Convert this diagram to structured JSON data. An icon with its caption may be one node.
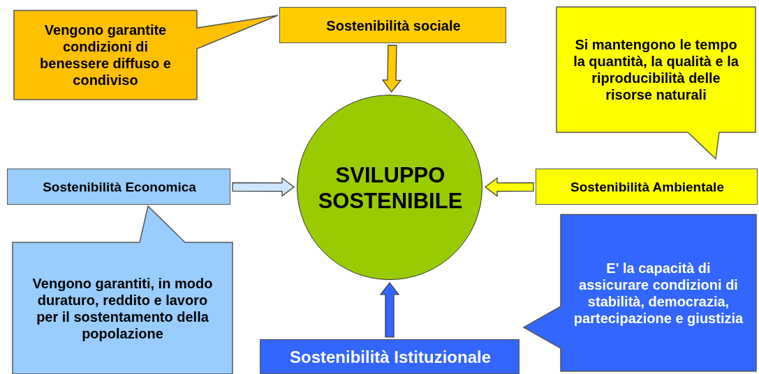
{
  "diagram": {
    "nodes": [
      {
        "text": [
          "SVILUPPO SOSTENIBILE"
        ]
      },
      {
        "text": [
          "Sostenibilità sociale"
        ]
      },
      {
        "text": [
          "Vengono garantite condizioni di benessere diffuso e condiviso"
        ]
      },
      {
        "text": [
          "Si mantengono le tempo la quantità, la qualità e la riproducibilità delle risorse naturali"
        ]
      },
      {
        "text": [
          "Sostenibilità Economica"
        ]
      },
      {
        "text": [
          "Sostenibilità Ambientale"
        ]
      },
      {
        "text": [
          "Vengono garantiti, in modo duraturo, reddito e lavoro per il sostentamento della popolazione"
        ]
      },
      {
        "text": [
          "E' la capacità di assicurare condizioni di stabilità, democrazia, partecipazione e giustizia"
        ]
      },
      {
        "text": [
          "Sostenibilità Istituzionale"
        ]
      }
    ],
    "edges": [
      {
        "from": 1,
        "to": 0,
        "arrow": "to",
        "color": "#ffcc00"
      },
      {
        "from": 4,
        "to": 0,
        "arrow": "to",
        "color": "#cce6ff"
      },
      {
        "from": 5,
        "to": 0,
        "arrow": "to",
        "color": "#ffff00"
      },
      {
        "from": 8,
        "to": 0,
        "arrow": "to",
        "color": "#3366ff"
      }
    ]
  }
}
